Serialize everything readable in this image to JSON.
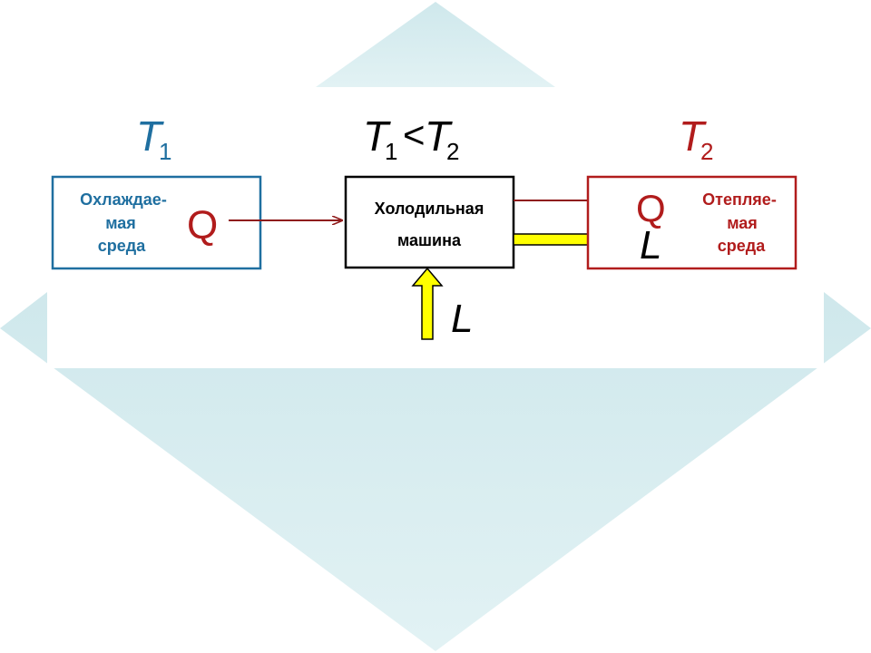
{
  "colors": {
    "background_diamond": "#d6ecef",
    "cold_blue": "#1f6fa0",
    "hot_red": "#b11c1c",
    "arrow_red": "#8f1a1a",
    "work_yellow": "#ffff00",
    "text_black": "#000000"
  },
  "labels": {
    "t1_symbol": "T",
    "t1_subscript": "1",
    "inequality_t1": "T",
    "inequality_t1_sub": "1",
    "inequality_sign": "<",
    "inequality_t2": "T",
    "inequality_t2_sub": "2",
    "t2_symbol": "T",
    "t2_subscript": "2"
  },
  "cold_medium": {
    "line1": "Охлаждае-",
    "line2": "мая",
    "line3": "среда",
    "heat_symbol": "Q"
  },
  "machine": {
    "line1": "Холодильная",
    "line2": "машина"
  },
  "warm_medium": {
    "line1": "Отепляе-",
    "line2": "мая",
    "line3": "среда",
    "heat_symbol": "Q",
    "work_symbol": "L"
  },
  "work_input": {
    "work_symbol": "L"
  }
}
